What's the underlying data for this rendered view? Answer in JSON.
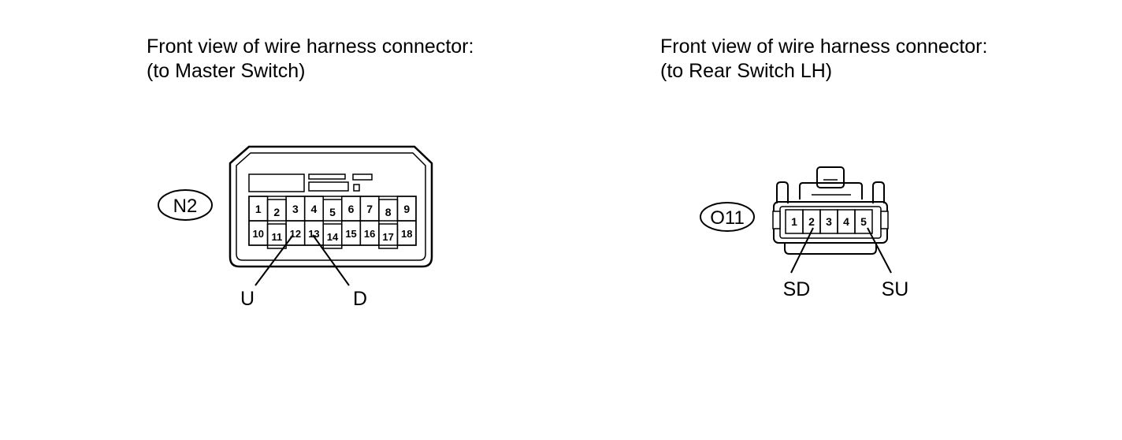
{
  "left": {
    "title_line1": "Front view of wire harness connector:",
    "title_line2": "(to Master Switch)",
    "connector_id": "N2",
    "pins_row1": [
      "1",
      "2",
      "3",
      "4",
      "5",
      "6",
      "7",
      "8",
      "9"
    ],
    "pins_row2": [
      "10",
      "11",
      "12",
      "13",
      "14",
      "15",
      "16",
      "17",
      "18"
    ],
    "signal_u": "U",
    "signal_d": "D"
  },
  "right": {
    "title_line1": "Front view of wire harness connector:",
    "title_line2": "(to Rear Switch LH)",
    "connector_id": "O11",
    "pins": [
      "1",
      "2",
      "3",
      "4",
      "5"
    ],
    "signal_sd": "SD",
    "signal_su": "SU"
  }
}
